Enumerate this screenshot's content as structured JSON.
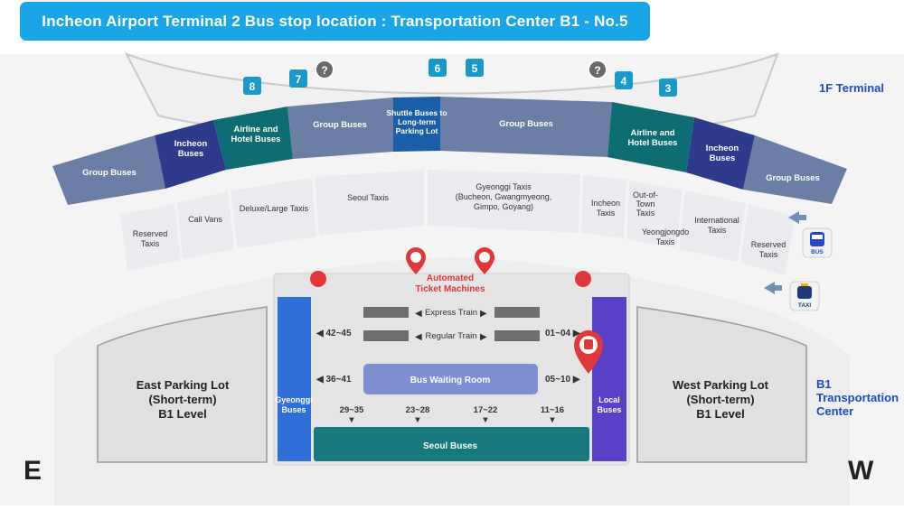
{
  "title": "Incheon Airport Terminal 2 Bus stop location : Transportation Center B1 - No.5",
  "floor_1f": "1F Terminal",
  "b1_label": [
    "B1",
    "Transportation",
    "Center"
  ],
  "direction_east": "E",
  "direction_west": "W",
  "gates": [
    "8",
    "7",
    "6",
    "5",
    "4",
    "3"
  ],
  "bus_zones": {
    "group_left": "Group Buses",
    "incheon_left": [
      "Incheon",
      "Buses"
    ],
    "airline_left": [
      "Airline and",
      "Hotel Buses"
    ],
    "group_mid_left": "Group Buses",
    "shuttle": [
      "Shuttle Buses to",
      "Long-term",
      "Parking Lot"
    ],
    "group_mid_right": "Group Buses",
    "airline_right": [
      "Airline and",
      "Hotel Buses"
    ],
    "incheon_right": [
      "Incheon",
      "Buses"
    ],
    "group_right": "Group Buses"
  },
  "taxi_zones": {
    "reserved_left": [
      "Reserved",
      "Taxis"
    ],
    "call_vans": "Call Vans",
    "deluxe": "Deluxe/Large Taxis",
    "seoul": "Seoul Taxis",
    "gyeonggi": [
      "Gyeonggi Taxis",
      "(Bucheon, Gwangmyeong,",
      "Gimpo, Goyang)"
    ],
    "incheon": [
      "Incheon",
      "Taxis"
    ],
    "out_of_town": [
      "Out-of-",
      "Town",
      "Taxis"
    ],
    "yeongjongdo": [
      "Yeongjongdo",
      "Taxis"
    ],
    "international": [
      "International",
      "Taxis"
    ],
    "reserved_right": [
      "Reserved",
      "Taxis"
    ]
  },
  "icons": {
    "bus": "BUS",
    "taxi": "TAXI"
  },
  "ticket_machines": [
    "Automated",
    "Ticket Machines"
  ],
  "express_train": "Express Train",
  "regular_train": "Regular Train",
  "bus_waiting_room": "Bus Waiting Room",
  "gyeonggi_buses": [
    "Gyeonggi",
    "Buses"
  ],
  "local_buses": [
    "Local",
    "Buses"
  ],
  "seoul_buses": "Seoul Buses",
  "platforms": {
    "left_top": "42~45",
    "left_bottom": "36~41",
    "right_top": "01~04",
    "right_bottom": "05~10",
    "seoul": [
      "29~35",
      "23~28",
      "17~22",
      "11~16"
    ]
  },
  "east_parking": [
    "East Parking Lot",
    "(Short-term)",
    "B1 Level"
  ],
  "west_parking": [
    "West Parking Lot",
    "(Short-term)",
    "B1 Level"
  ],
  "colors": {
    "title": "#1aa6e6",
    "group": "#6b7fa6",
    "incheon": "#2e3a8c",
    "airline": "#0e6d72",
    "shuttle": "#1a5fa8",
    "gate": "#1899c9",
    "gyeonggi_bar": "#2f6fd8",
    "local_bar": "#5a3fc8",
    "seoul_bar": "#17787d",
    "waiting": "#7d8fd0",
    "red": "#e0373a"
  }
}
